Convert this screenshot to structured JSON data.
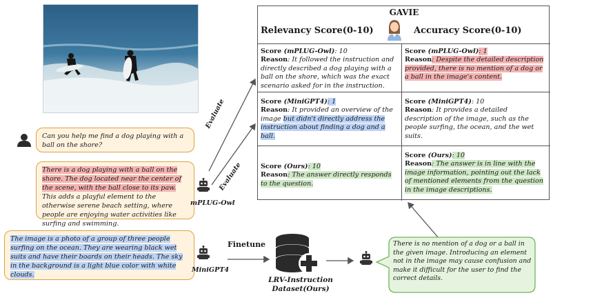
{
  "gavie": {
    "title": "GAVIE",
    "relevancy_header": "Relevancy Score(0-10)",
    "accuracy_header": "Accuracy Score(0-10)",
    "rows": [
      {
        "rel_score_prefix": "Score ",
        "rel_model": "(mPLUG-Owl)",
        "rel_score_val": ": 10",
        "rel_reason_label": "Reason",
        "rel_reason": ": It  followed the instruction and directly described a dog playing with a ball on the shore, which was the exact scenario asked for in the instruction.",
        "acc_score_prefix": "Score ",
        "acc_model": "(mPLUG-Owl)",
        "acc_score_val": ": 1",
        "acc_reason_label": "Reason",
        "acc_reason": ": Despite the detailed description provided, there is no mention of a dog or a ball in the image's content."
      },
      {
        "rel_score_prefix": "Score ",
        "rel_model": "(MiniGPT4)",
        "rel_score_val": ": 1",
        "rel_reason_label": "Reason",
        "rel_reason_a": ": It provided an overview of the image ",
        "rel_reason_b": "but didn't directly address the instruction about finding a dog and a ball.",
        "acc_score_prefix": "Score ",
        "acc_model": "(MiniGPT4)",
        "acc_score_val": ": 10",
        "acc_reason_label": "Reason",
        "acc_reason": ": It provides a detailed description of the image, such as the people surfing, the ocean, and the wet suits."
      },
      {
        "rel_score_prefix": "Score ",
        "rel_model": "(Ours)",
        "rel_score_val": ": 10",
        "rel_reason_label": "Reason",
        "rel_reason": ": The answer directly responds to the question.",
        "acc_score_prefix": "Score ",
        "acc_model": "(Ours)",
        "acc_score_val": ": 10",
        "acc_reason_label": "Reason",
        "acc_reason": ":  The answer is in line with the image information, pointing out the lack of mentioned elements from the question in the image descriptions."
      }
    ]
  },
  "question": "Can you help me find a dog playing with a ball on the shore?",
  "mplug_answer_hl": "There is a dog playing with a ball on the shore. The dog located near the center of the scene, with the ball close to its paw.",
  "mplug_answer_rest": " This adds a playful element to the otherwise serene beach setting, where people are enjoying water activities like surfing and swimming.",
  "minigpt_answer": "The image is a photo of a group of three people surfing on the ocean. They are wearing black wet suits and have their boards on their heads. The sky in the background is a light blue color with white clouds.",
  "ours_answer": "There is no mention of a dog or a ball in the given image. Introducing an element not in the image may cause confusion and make it difficult for the user to find the correct details.",
  "labels": {
    "mplug": "mPLUG-Owl",
    "minigpt": "MiniGPT4",
    "evaluate": "Evaluate",
    "finetune": "Finetune",
    "dataset_line1": "LRV-Instruction",
    "dataset_line2": "Dataset(Ours)"
  },
  "colors": {
    "red_highlight": "#f4b3b3",
    "blue_highlight": "#bcd3f6",
    "green_highlight": "#cfe8c5",
    "bubble_fill": "#fff3df",
    "bubble_border": "#d9a441",
    "ours_fill": "#e6f4df",
    "ours_border": "#6fb35a"
  }
}
